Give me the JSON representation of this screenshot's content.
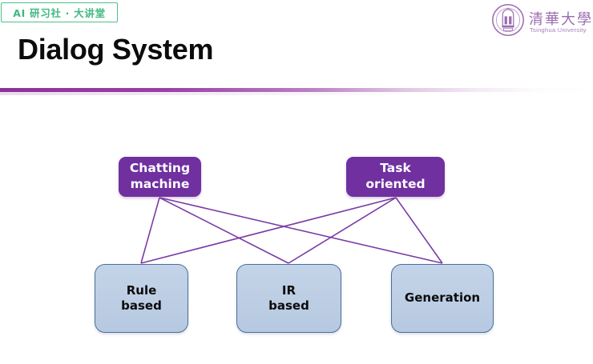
{
  "slide": {
    "background_color": "#ffffff",
    "badge": {
      "text": "AI 研习社 · 大讲堂",
      "text_color": "#3fb883",
      "border_color": "#4cc08a"
    },
    "title": "Dialog System",
    "title_color": "#0c0c0c",
    "divider_color": "#8e2f9c"
  },
  "logo": {
    "name_cn": "清華大學",
    "name_en": "Tsinghua University",
    "color": "#9b6bb0"
  },
  "diagram": {
    "type": "node-link",
    "accent_purple": "#7030a0",
    "node_blue_fill": "#bdcee4",
    "node_blue_border": "#4a6f9c",
    "connector_color": "#7b3ca5",
    "top_nodes": [
      {
        "id": "chatting",
        "label_line1": "Chatting",
        "label_line2": "machine"
      },
      {
        "id": "task",
        "label_line1": "Task",
        "label_line2": "oriented"
      }
    ],
    "bottom_nodes": [
      {
        "id": "rule",
        "label_line1": "Rule",
        "label_line2": "based"
      },
      {
        "id": "ir",
        "label_line1": "IR",
        "label_line2": "based"
      },
      {
        "id": "generation",
        "label_line1": "Generation",
        "label_line2": ""
      }
    ],
    "edges": [
      {
        "from": "chatting",
        "to": "rule"
      },
      {
        "from": "chatting",
        "to": "ir"
      },
      {
        "from": "chatting",
        "to": "generation"
      },
      {
        "from": "task",
        "to": "rule"
      },
      {
        "from": "task",
        "to": "ir"
      },
      {
        "from": "task",
        "to": "generation"
      }
    ]
  }
}
